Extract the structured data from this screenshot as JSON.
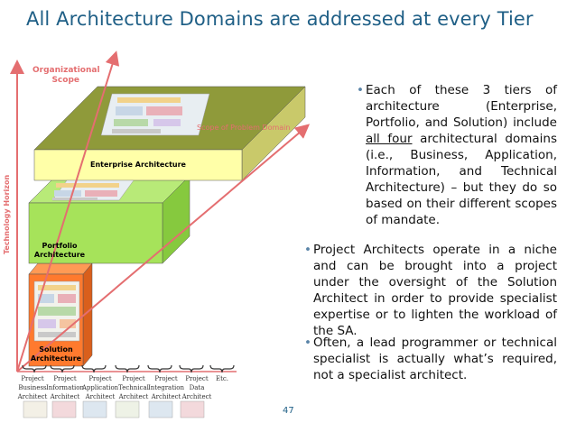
{
  "title": "All Architecture Domains are addressed at every Tier",
  "axes": {
    "organizational_scope": "Organizational Scope",
    "scope_of_problem_domain": "Scope of Problem Domain",
    "technology_horizon": "Technology Horizon"
  },
  "tiers": {
    "enterprise": "Enterprise Architecture",
    "portfolio": "Portfolio Architecture",
    "solution": "Solution Architecture"
  },
  "roles": [
    "Project Business Architect",
    "Project Information Architect",
    "Project Application Architect",
    "Project Technical Architect",
    "Project Integration Architect",
    "Project Data Architect",
    "Etc."
  ],
  "bullets": {
    "b1_pre": "Each of these 3 tiers of architecture (Enterprise, Portfolio, and Solution) include ",
    "b1_under": "all four",
    "b1_post": " architectural domains (i.e., Business, Application, Information, and Technical Architecture) – but they do so based on their different scopes of mandate.",
    "b2": "Project Architects operate in a niche and can be brought into a project under the oversight of the Solution Architect in order to provide specialist expertise or to lighten the workload of the SA.",
    "b3": "Often, a lead programmer or technical specialist is actually what’s required, not a specialist architect."
  },
  "page_number": "47",
  "colors": {
    "title": "#1f5f86",
    "axis": "#e46e70",
    "enterprise_top": "#8f9a3a",
    "enterprise_front": "#ffffa8",
    "portfolio": "#a6e35a",
    "solution": "#ff7a2e"
  }
}
